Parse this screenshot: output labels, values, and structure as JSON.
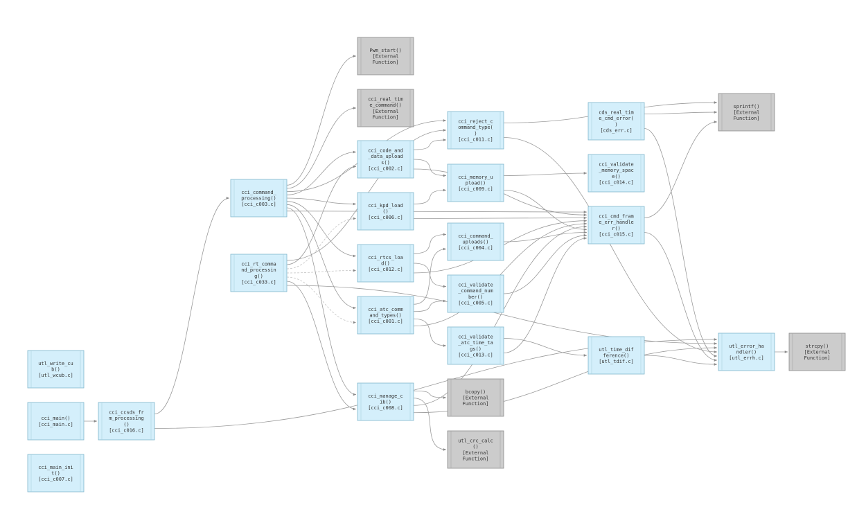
{
  "diagram": {
    "nodes": [
      {
        "id": "utl_write_cub",
        "lines": [
          "utl_write_cu",
          "b()",
          "[utl_wcub.c]"
        ],
        "external": false
      },
      {
        "id": "cci_main",
        "lines": [
          "cci_main()",
          "[cci_main.c]"
        ],
        "external": false
      },
      {
        "id": "cci_main_init",
        "lines": [
          "cci_main_ini",
          "t()",
          "[cci_c007.c]"
        ],
        "external": false
      },
      {
        "id": "cci_ccsds",
        "lines": [
          "cci_ccsds_fr",
          "m_processing",
          "()",
          "[cci_c016.c]"
        ],
        "external": false
      },
      {
        "id": "cci_command_processing",
        "lines": [
          "cci_command_",
          "processing()",
          "[cci_c003.c]"
        ],
        "external": false
      },
      {
        "id": "cci_rt_command",
        "lines": [
          "cci_rt_comma",
          "nd_processin",
          "g()",
          "[cci_c033.c]"
        ],
        "external": false
      },
      {
        "id": "pwm_start",
        "lines": [
          "Pwm_start()",
          "[External",
          "Function]"
        ],
        "external": true
      },
      {
        "id": "cci_real_time",
        "lines": [
          "cci_real_tim",
          "e_command()",
          "[External",
          "Function]"
        ],
        "external": true
      },
      {
        "id": "cci_code_and",
        "lines": [
          "cci_code_and",
          "_data_upload",
          "s()",
          "[cci_c002.c]"
        ],
        "external": false
      },
      {
        "id": "cci_kpd_load",
        "lines": [
          "cci_kpd_load",
          "()",
          "[cci_c006.c]"
        ],
        "external": false
      },
      {
        "id": "cci_rtcs_load",
        "lines": [
          "cci_rtcs_loa",
          "d()",
          "[cci_c012.c]"
        ],
        "external": false
      },
      {
        "id": "cci_atc_command",
        "lines": [
          "cci_atc_comm",
          "and_types()",
          "[cci_c001.c]"
        ],
        "external": false
      },
      {
        "id": "cci_manage_cib",
        "lines": [
          "cci_manage_c",
          "ib()",
          "[cci_c008.c]"
        ],
        "external": false
      },
      {
        "id": "cci_reject",
        "lines": [
          "cci_reject_c",
          "ommand_type(",
          ")",
          "[cci_c011.c]"
        ],
        "external": false
      },
      {
        "id": "cci_memory_upload",
        "lines": [
          "cci_memory_u",
          "pload()",
          "[cci_c009.c]"
        ],
        "external": false
      },
      {
        "id": "cci_command_uploads",
        "lines": [
          "cci_command_",
          "uploads()",
          "[cci_c004.c]"
        ],
        "external": false
      },
      {
        "id": "cci_validate_command",
        "lines": [
          "cci_validate",
          "_command_num",
          "ber()",
          "[cci_c005.c]"
        ],
        "external": false
      },
      {
        "id": "cci_validate_atc",
        "lines": [
          "cci_validate",
          "_atc_time_ta",
          "gs()",
          "[cci_c013.c]"
        ],
        "external": false
      },
      {
        "id": "bcopy",
        "lines": [
          "bcopy()",
          "[External",
          "Function]"
        ],
        "external": true
      },
      {
        "id": "utl_crc_calc",
        "lines": [
          "utl_crc_calc",
          "()",
          "[External",
          "Function]"
        ],
        "external": true
      },
      {
        "id": "cds_real_time",
        "lines": [
          "cds_real_tim",
          "e_cmd_error(",
          ")",
          "[cds_err.c]"
        ],
        "external": false
      },
      {
        "id": "cci_validate_memory",
        "lines": [
          "cci_validate",
          "_memory_spac",
          "e()",
          "[cci_c014.c]"
        ],
        "external": false
      },
      {
        "id": "cci_cmd_frame",
        "lines": [
          "cci_cmd_fram",
          "e_err_handle",
          "r()",
          "[cci_c015.c]"
        ],
        "external": false
      },
      {
        "id": "utl_time_diff",
        "lines": [
          "utl_time_dif",
          "ference()",
          "[utl_tdif.c]"
        ],
        "external": false
      },
      {
        "id": "sprintf",
        "lines": [
          "sprintf()",
          "[External",
          "Function]"
        ],
        "external": true
      },
      {
        "id": "utl_error_handler",
        "lines": [
          "utl_error_ha",
          "ndler()",
          "[utl_errh.c]"
        ],
        "external": false
      },
      {
        "id": "strcpy",
        "lines": [
          "strcpy()",
          "[External",
          "Function]"
        ],
        "external": true
      }
    ],
    "edges": [
      {
        "from": "cci_main",
        "to": "cci_ccsds"
      },
      {
        "from": "cci_ccsds",
        "to": "cci_command_processing"
      },
      {
        "from": "cci_ccsds",
        "to": "utl_error_handler"
      },
      {
        "from": "cci_command_processing",
        "to": "pwm_start"
      },
      {
        "from": "cci_command_processing",
        "to": "cci_real_time"
      },
      {
        "from": "cci_command_processing",
        "to": "cci_reject"
      },
      {
        "from": "cci_command_processing",
        "to": "cci_code_and"
      },
      {
        "from": "cci_command_processing",
        "to": "cci_kpd_load"
      },
      {
        "from": "cci_command_processing",
        "to": "cci_rtcs_load"
      },
      {
        "from": "cci_command_processing",
        "to": "cci_atc_command"
      },
      {
        "from": "cci_command_processing",
        "to": "cci_manage_cib"
      },
      {
        "from": "cci_command_processing",
        "to": "cci_cmd_frame"
      },
      {
        "from": "cci_rt_command",
        "to": "cci_reject"
      },
      {
        "from": "cci_rt_command",
        "to": "cci_code_and"
      },
      {
        "from": "cci_rt_command",
        "to": "cci_kpd_load",
        "dashed": true
      },
      {
        "from": "cci_rt_command",
        "to": "cci_rtcs_load",
        "dashed": true
      },
      {
        "from": "cci_rt_command",
        "to": "cci_atc_command",
        "dashed": true
      },
      {
        "from": "cci_rt_command",
        "to": "cci_manage_cib"
      },
      {
        "from": "cci_rt_command",
        "to": "utl_error_handler"
      },
      {
        "from": "cci_code_and",
        "to": "cci_reject"
      },
      {
        "from": "cci_code_and",
        "to": "cci_memory_upload"
      },
      {
        "from": "cci_code_and",
        "to": "cci_cmd_frame"
      },
      {
        "from": "cci_kpd_load",
        "to": "cci_memory_upload"
      },
      {
        "from": "cci_kpd_load",
        "to": "cci_cmd_frame"
      },
      {
        "from": "cci_rtcs_load",
        "to": "cci_command_uploads"
      },
      {
        "from": "cci_rtcs_load",
        "to": "cci_validate_command"
      },
      {
        "from": "cci_rtcs_load",
        "to": "cci_cmd_frame"
      },
      {
        "from": "cci_atc_command",
        "to": "cci_command_uploads"
      },
      {
        "from": "cci_atc_command",
        "to": "cci_validate_command"
      },
      {
        "from": "cci_atc_command",
        "to": "cci_validate_atc"
      },
      {
        "from": "cci_atc_command",
        "to": "cci_cmd_frame"
      },
      {
        "from": "cci_manage_cib",
        "to": "bcopy"
      },
      {
        "from": "cci_manage_cib",
        "to": "utl_crc_calc"
      },
      {
        "from": "cci_manage_cib",
        "to": "cci_cmd_frame"
      },
      {
        "from": "cci_manage_cib",
        "to": "utl_error_handler"
      },
      {
        "from": "cci_reject",
        "to": "sprintf"
      },
      {
        "from": "cci_reject",
        "to": "utl_error_handler"
      },
      {
        "from": "cci_memory_upload",
        "to": "cci_validate_memory"
      },
      {
        "from": "cci_memory_upload",
        "to": "cci_cmd_frame"
      },
      {
        "from": "cci_command_uploads",
        "to": "cci_cmd_frame"
      },
      {
        "from": "cci_validate_command",
        "to": "cci_cmd_frame"
      },
      {
        "from": "cci_validate_atc",
        "to": "utl_time_diff"
      },
      {
        "from": "cci_validate_atc",
        "to": "cci_cmd_frame"
      },
      {
        "from": "cds_real_time",
        "to": "sprintf"
      },
      {
        "from": "cds_real_time",
        "to": "utl_error_handler"
      },
      {
        "from": "cci_cmd_frame",
        "to": "sprintf"
      },
      {
        "from": "cci_cmd_frame",
        "to": "utl_error_handler"
      },
      {
        "from": "utl_time_diff",
        "to": "utl_error_handler"
      },
      {
        "from": "utl_error_handler",
        "to": "strcpy"
      }
    ]
  }
}
